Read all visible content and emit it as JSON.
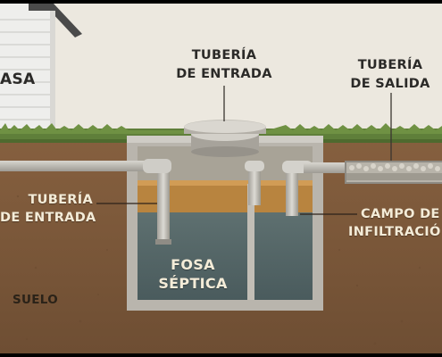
{
  "labels": {
    "casa": "ASA",
    "tuberia_entrada_top_1": "TUBERÍA",
    "tuberia_entrada_top_2": "DE ENTRADA",
    "tuberia_salida_1": "TUBERÍA",
    "tuberia_salida_2": "DE SALIDA",
    "tuberia_entrada_left_1": "TUBERÍA",
    "tuberia_entrada_left_2": "DE ENTRADA",
    "campo_1": "CAMPO DE",
    "campo_2": "INFILTRACIÓ",
    "fosa_1": "FOSA",
    "fosa_2": "SÉPTICA",
    "suelo": "SUELO"
  },
  "colors": {
    "sky": "#ece8df",
    "grass": "#5f7f3a",
    "soil": "#7b573a",
    "concrete": "#b9b5ad",
    "water": "#55686a",
    "scum": "#b8843f"
  }
}
